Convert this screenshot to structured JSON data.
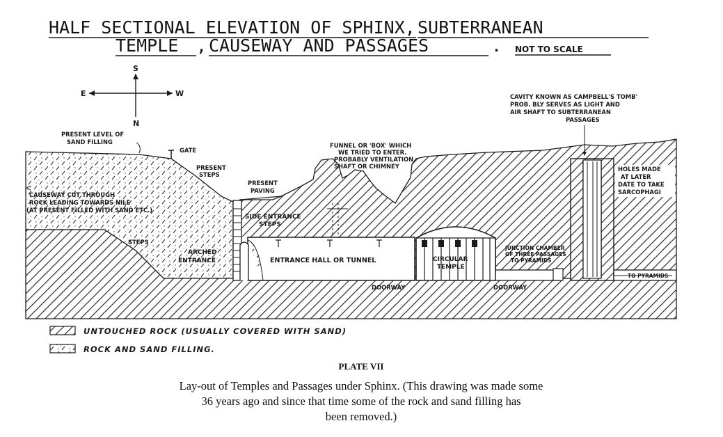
{
  "title": {
    "line1_part1": "HALF SECTIONAL ELEVATION OF SPHINX,",
    "line1_part2": "SUBTERRANEAN",
    "line2_part1": "TEMPLE",
    "line2_part2": ",",
    "line2_part3": "CAUSEWAY AND PASSAGES",
    "line2_part4": ".",
    "note": "NOT TO SCALE"
  },
  "compass": {
    "north": "N",
    "south": "S",
    "east": "E",
    "west": "W"
  },
  "labels": {
    "sand_level": [
      "PRESENT LEVEL OF",
      "SAND FILLING"
    ],
    "gate": "GATE",
    "present_steps": [
      "PRESENT",
      "STEPS"
    ],
    "causeway": [
      "CAUSEWAY CUT THROUGH",
      "ROCK LEADING TOWARDS NILE",
      "(AT PRESENT FILLED WITH SAND ETC.)"
    ],
    "steps": "STEPS",
    "present_paving": [
      "PRESENT",
      "PAVING"
    ],
    "funnel": [
      "FUNNEL OR 'BOX' WHICH",
      "WE TRIED TO ENTER.",
      "PROBABLY VENTILATION",
      "SHAFT OR CHIMNEY"
    ],
    "side_entrance": [
      "SIDE ENTRANCE",
      "STEPS"
    ],
    "arched_entrance": [
      "ARCHED",
      "ENTRANCE"
    ],
    "entrance_hall": "ENTRANCE HALL OR TUNNEL",
    "circular_temple": [
      "CIRCULAR",
      "TEMPLE"
    ],
    "doorway1": "DOORWAY",
    "doorway2": "DOORWAY",
    "junction": [
      "JUNCTION CHAMBER",
      "OF THREE PASSAGES",
      "TO PYRAMIDS"
    ],
    "campbell": [
      "CAVITY KNOWN AS CAMPBELL'S TOMB'",
      "PROB. BLY SERVES AS LIGHT AND",
      "AIR SHAFT TO SUBTERRANEAN",
      "PASSAGES"
    ],
    "holes": [
      "HOLES MADE",
      "AT LATER",
      "DATE TO TAKE",
      "SARCOPHAGI"
    ],
    "to_pyramids": "TO PYRAMIDS"
  },
  "legend": [
    {
      "text": "UNTOUCHED ROCK (USUALLY COVERED WITH SAND)",
      "pattern": "rock"
    },
    {
      "text": "ROCK AND SAND FILLING.",
      "pattern": "sand"
    }
  ],
  "plate": "PLATE VII",
  "caption": [
    "Lay-out of Temples and Passages under Sphinx. (This drawing was made some",
    "36 years ago and since that time some of the rock and sand filling has",
    "been removed.)"
  ],
  "colors": {
    "ink": "#1a1a1a",
    "paper": "#ffffff"
  }
}
